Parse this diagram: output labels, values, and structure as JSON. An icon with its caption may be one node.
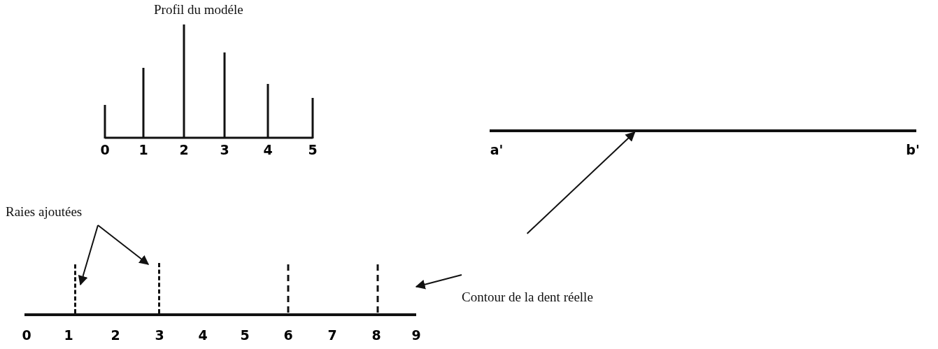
{
  "diagram": {
    "nodes": [
      {
        "text": [
          "Raies ajoutées"
        ]
      },
      {
        "text": [],
        "shape": "line"
      },
      {
        "text": [],
        "shape": "line"
      },
      {
        "text": [
          "Contour de la dent réelle"
        ]
      },
      {
        "text": [],
        "shape": "line"
      },
      {
        "text": [],
        "shape": "line"
      }
    ],
    "edges": [
      {
        "from": 0,
        "to": 1,
        "arrow": "to"
      },
      {
        "from": 0,
        "to": 2,
        "arrow": "to"
      },
      {
        "from": 3,
        "to": 4,
        "arrow": "to"
      },
      {
        "from": 3,
        "to": 5,
        "arrow": "to"
      }
    ],
    "labels": [
      "Profil du modéle",
      "0",
      "1",
      "2",
      "3",
      "4",
      "5",
      "a'",
      "b'",
      "0",
      "1",
      "2",
      "3",
      "4",
      "5",
      "6",
      "7",
      "8",
      "9"
    ]
  }
}
